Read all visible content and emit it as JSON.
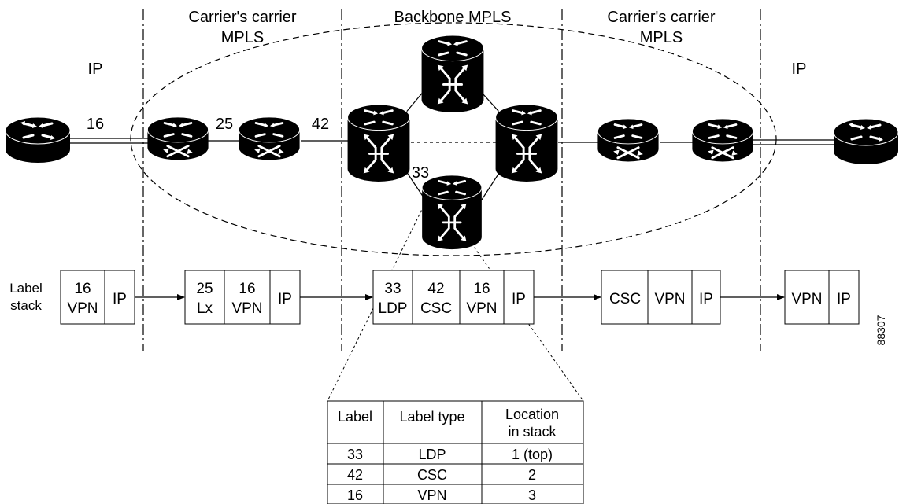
{
  "zones": {
    "left_ip": "IP",
    "carrier_left_line1": "Carrier's carrier",
    "carrier_left_line2": "MPLS",
    "backbone": "Backbone MPLS",
    "carrier_right_line1": "Carrier's carrier",
    "carrier_right_line2": "MPLS",
    "right_ip": "IP"
  },
  "link_labels": {
    "ce_to_pe": "16",
    "pe_to_p": "25",
    "p_to_backbone": "42",
    "backbone_lower": "33"
  },
  "label_stack_title": [
    "Label",
    "stack"
  ],
  "stack1": {
    "label_value": "16",
    "label_type": "VPN",
    "payload": "IP"
  },
  "stack2": {
    "l1_value": "25",
    "l1_type": "Lx",
    "l2_value": "16",
    "l2_type": "VPN",
    "payload": "IP"
  },
  "stack3": {
    "l1_value": "33",
    "l1_type": "LDP",
    "l2_value": "42",
    "l2_type": "CSC",
    "l3_value": "16",
    "l3_type": "VPN",
    "payload": "IP"
  },
  "stack4": {
    "cells": [
      "CSC",
      "VPN",
      "IP"
    ]
  },
  "stack5": {
    "cells": [
      "VPN",
      "IP"
    ]
  },
  "table": {
    "headers": [
      "Label",
      "Label type",
      "Location",
      "in stack"
    ],
    "rows": [
      [
        "33",
        "LDP",
        "1 (top)"
      ],
      [
        "42",
        "CSC",
        "2"
      ],
      [
        "16",
        "VPN",
        "3"
      ]
    ]
  },
  "figure_id": "88307"
}
